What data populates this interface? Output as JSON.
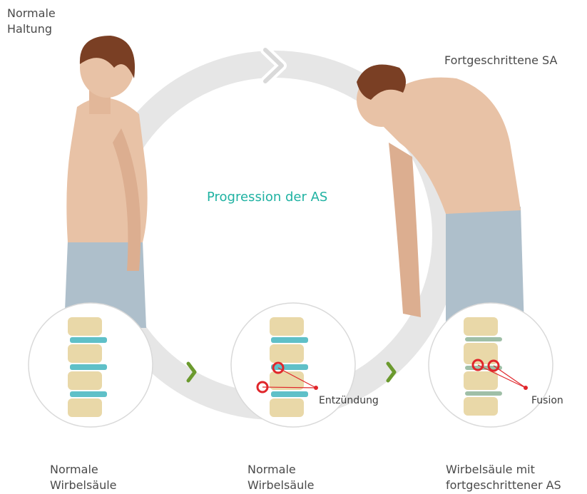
{
  "labels": {
    "normal_posture_line1": "Normale",
    "normal_posture_line2": "Haltung",
    "advanced_sa": "Fortgeschrittene SA",
    "progression": "Progression der AS",
    "inflammation": "Entzündung",
    "fusion": "Fusion",
    "spine1_line1": "Normale",
    "spine1_line2": "Wirbelsäule",
    "spine2_line1": "Normale",
    "spine2_line2": "Wirbelsäule",
    "spine3_line1": "Wirbelsäule mit",
    "spine3_line2": "fortgeschrittener AS"
  },
  "colors": {
    "accent_teal": "#1fb2a2",
    "arrow_green": "#6b9a2e",
    "ring_gray": "#e6e6e6",
    "marker_red": "#e0262b",
    "skin": "#e8c2a6",
    "hair": "#7a3f24",
    "jeans": "#aebfcb",
    "bone": "#e9d8a8",
    "disc": "#5fc0c8"
  },
  "icons": {
    "top_arrow": "chevron-right-icon",
    "arrow_between_1_2": "chevron-right-icon",
    "arrow_between_2_3": "chevron-right-icon"
  }
}
